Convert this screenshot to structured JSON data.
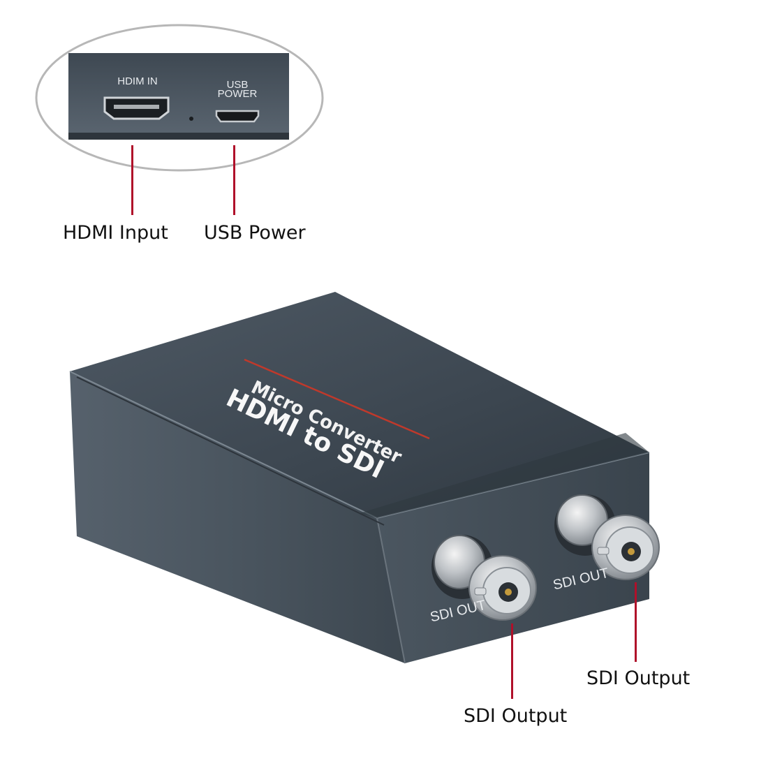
{
  "inset": {
    "port_labels": {
      "hdmi_in": "HDIM  IN",
      "usb_power_line1": "USB",
      "usb_power_line2": "POWER"
    }
  },
  "callouts": {
    "hdmi_input": "HDMI Input",
    "usb_power": "USB Power",
    "sdi_output_left": "SDI Output",
    "sdi_output_right": "SDI Output"
  },
  "device": {
    "top_label_line1": "Micro Converter",
    "top_label_line2": "HDMI to SDI",
    "front_label_left": "SDI  OUT",
    "front_label_right": "SDI  OUT"
  },
  "colors": {
    "leader_line": "#b0102a",
    "device_body": "#4a5560",
    "background": "#ffffff"
  }
}
